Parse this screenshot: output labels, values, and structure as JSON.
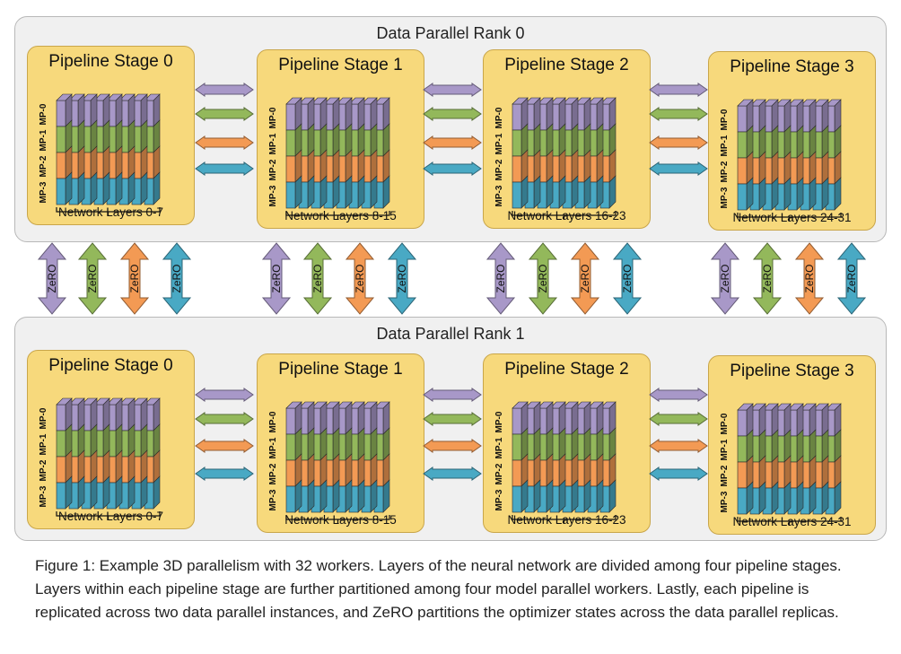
{
  "ranks": [
    {
      "title": "Data Parallel Rank 0",
      "stages": [
        {
          "title": "Pipeline Stage 0",
          "layers": "Network Layers 0-7"
        },
        {
          "title": "Pipeline Stage 1",
          "layers": "Network Layers 8-15"
        },
        {
          "title": "Pipeline Stage 2",
          "layers": "Network Layers 16-23"
        },
        {
          "title": "Pipeline Stage 3",
          "layers": "Network Layers 24-31"
        }
      ]
    },
    {
      "title": "Data Parallel Rank 1",
      "stages": [
        {
          "title": "Pipeline Stage 0",
          "layers": "Network Layers 0-7"
        },
        {
          "title": "Pipeline Stage 1",
          "layers": "Network Layers 8-15"
        },
        {
          "title": "Pipeline Stage 2",
          "layers": "Network Layers 16-23"
        },
        {
          "title": "Pipeline Stage 3",
          "layers": "Network Layers 24-31"
        }
      ]
    }
  ],
  "mp_labels": [
    "MP-0",
    "MP-1",
    "MP-2",
    "MP-3"
  ],
  "zero_label": "ZeRO",
  "colors": {
    "purple": "#a898c8",
    "green": "#93b85b",
    "orange": "#f39a54",
    "blue": "#49a9c4",
    "stage_fill": "#f7d97c",
    "rank_fill": "#f0f0f0"
  },
  "caption": "Figure 1: Example 3D parallelism with 32 workers. Layers of the neural network are divided among four pipeline stages. Layers within each pipeline stage are further partitioned among four model parallel workers. Lastly, each pipeline is replicated across two data parallel instances, and ZeRO partitions the optimizer states across the data parallel replicas."
}
